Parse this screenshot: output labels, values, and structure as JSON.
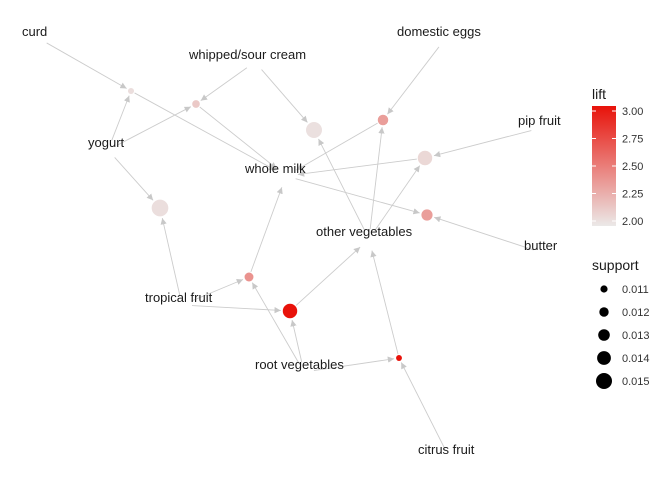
{
  "item_labels": [
    {
      "id": "curd",
      "text": "curd"
    },
    {
      "id": "whipped",
      "text": "whipped/sour cream"
    },
    {
      "id": "eggs",
      "text": "domestic eggs"
    },
    {
      "id": "yogurt",
      "text": "yogurt"
    },
    {
      "id": "milk",
      "text": "whole milk"
    },
    {
      "id": "pip",
      "text": "pip fruit"
    },
    {
      "id": "other",
      "text": "other vegetables"
    },
    {
      "id": "butter",
      "text": "butter"
    },
    {
      "id": "tropical",
      "text": "tropical fruit"
    },
    {
      "id": "root",
      "text": "root vegetables"
    },
    {
      "id": "citrus",
      "text": "citrus fruit"
    }
  ],
  "rule_nodes": [
    {
      "id": "r1",
      "lift": 2.05,
      "support": 0.0105
    },
    {
      "id": "r2",
      "lift": 2.15,
      "support": 0.0112
    },
    {
      "id": "r3",
      "lift": 2.04,
      "support": 0.015
    },
    {
      "id": "r4",
      "lift": 2.35,
      "support": 0.0125
    },
    {
      "id": "r5",
      "lift": 2.08,
      "support": 0.0143
    },
    {
      "id": "r6",
      "lift": 2.05,
      "support": 0.0153
    },
    {
      "id": "r7",
      "lift": 2.4,
      "support": 0.0118
    },
    {
      "id": "r8",
      "lift": 2.35,
      "support": 0.0128
    },
    {
      "id": "r9",
      "lift": 3.0,
      "support": 0.0143
    },
    {
      "id": "r10",
      "lift": 3.05,
      "support": 0.0104
    }
  ],
  "edges": [
    [
      "curd",
      "r1"
    ],
    [
      "yogurt",
      "r1"
    ],
    [
      "r1",
      "milk"
    ],
    [
      "whipped",
      "r2"
    ],
    [
      "yogurt",
      "r2"
    ],
    [
      "r2",
      "milk"
    ],
    [
      "whipped",
      "r3"
    ],
    [
      "other",
      "r3"
    ],
    [
      "eggs",
      "r4"
    ],
    [
      "other",
      "r4"
    ],
    [
      "r4",
      "milk"
    ],
    [
      "pip",
      "r5"
    ],
    [
      "other",
      "r5"
    ],
    [
      "r5",
      "milk"
    ],
    [
      "yogurt",
      "r6"
    ],
    [
      "tropical",
      "r6"
    ],
    [
      "tropical",
      "r7"
    ],
    [
      "root",
      "r7"
    ],
    [
      "r7",
      "milk"
    ],
    [
      "milk",
      "r8"
    ],
    [
      "butter",
      "r8"
    ],
    [
      "tropical",
      "r9"
    ],
    [
      "root",
      "r9"
    ],
    [
      "r9",
      "other"
    ],
    [
      "root",
      "r10"
    ],
    [
      "citrus",
      "r10"
    ],
    [
      "r10",
      "other"
    ]
  ],
  "legend": {
    "lift_title": "lift",
    "lift_ticks": [
      "3.00",
      "2.75",
      "2.50",
      "2.25",
      "2.00"
    ],
    "lift_values": [
      3.0,
      2.75,
      2.5,
      2.25,
      2.0
    ],
    "lift_low_color": "#ebe9e8",
    "lift_high_color": "#e8120a",
    "support_title": "support",
    "support_ticks": [
      "0.011",
      "0.012",
      "0.013",
      "0.014",
      "0.015"
    ],
    "support_values": [
      0.011,
      0.012,
      0.013,
      0.014,
      0.015
    ]
  },
  "colors": {
    "edge": "#cccccc",
    "text": "#1a1a1a"
  }
}
